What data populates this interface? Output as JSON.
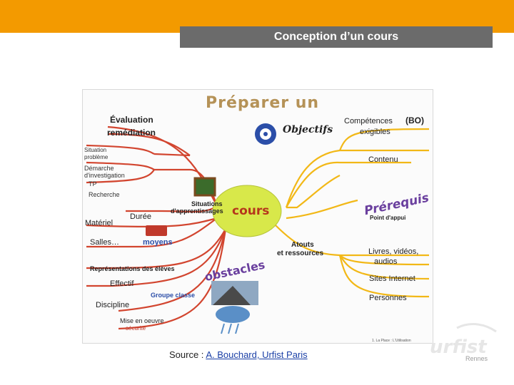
{
  "header": {
    "title": "Conception d’un cours"
  },
  "mindmap": {
    "title": "Préparer un",
    "center": "cours",
    "left": {
      "evaluation": "Évaluation",
      "remediation": "remédiation",
      "situation_probleme_1": "Situation",
      "situation_probleme_2": "problème",
      "demarche_1": "Démarche",
      "demarche_2": "d'investigation",
      "tp": "TP",
      "recherche": "Recherche",
      "situations_1": "Situations",
      "situations_2": "d'apprentissages",
      "duree": "Durée",
      "materiel": "Matériel",
      "salles": "Salles…",
      "moyens": "moyens"
    },
    "bottom_left": {
      "obstacles": "obstacles",
      "representations": "Représentations des élèves",
      "effectif": "Effectif",
      "groupe_classe": "Groupe classe",
      "discipline": "Discipline",
      "mise_en_oeuvre": "Mise en oeuvre",
      "securite": "sécurité"
    },
    "right": {
      "objectifs": "Objectifs",
      "competences": "Compétences",
      "bo": "(BO)",
      "exigibles": "exigibles",
      "contenu": "Contenu",
      "prerequis": "Prérequis",
      "point_appui": "Point d'appui",
      "atouts_1": "Atouts",
      "atouts_2": "et ressources",
      "livres_1": "Livres, vidéos,",
      "livres_2": "audios",
      "sites": "Sites Internet",
      "personnes": "Personnes"
    },
    "footer_note": "1. La Place : L'Utilisation"
  },
  "source": {
    "prefix": "Source : ",
    "link": "A. Bouchard, Urfist Paris"
  },
  "logo": {
    "word": "urfist",
    "city": "Rennes"
  },
  "colors": {
    "header_orange": "#f39a00",
    "title_grey": "#6b6b6b",
    "center_fill": "#d8e84a",
    "center_text": "#b5361c",
    "branch_red": "#d2452f",
    "branch_yellow": "#f2b817",
    "prerequis_purple": "#6a3f9e"
  }
}
